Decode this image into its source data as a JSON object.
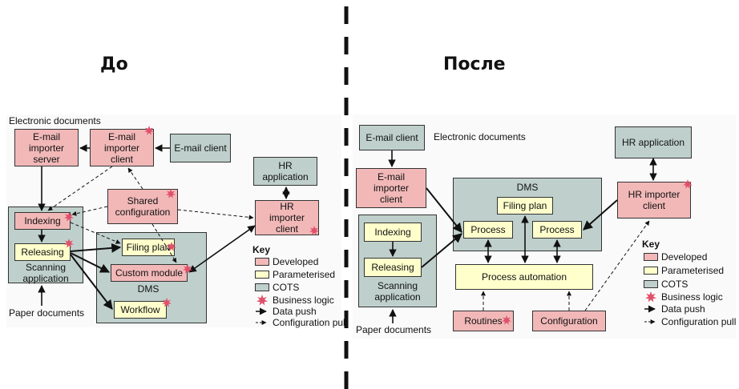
{
  "titles": {
    "before": "До",
    "after": "После"
  },
  "before": {
    "electronic_documents": "Electronic  documents",
    "paper_documents": "Paper documents",
    "email_importer_server": "E-mail importer server",
    "email_importer_client": "E-mail importer client",
    "email_client": "E-mail client",
    "hr_application": "HR application",
    "shared_configuration": "Shared configuration",
    "hr_importer_client": "HR importer client",
    "scanning_application": "Scanning application",
    "indexing": "Indexing",
    "releasing": "Releasing",
    "dms": "DMS",
    "filing_plan": "Filing plan",
    "custom_module": "Custom module",
    "workflow": "Workflow"
  },
  "after": {
    "email_client": "E-mail client",
    "electronic_documents": "Electronic documents",
    "email_importer_client": "E-mail importer client",
    "hr_application": "HR application",
    "hr_importer_client": "HR importer client",
    "dms": "DMS",
    "filing_plan": "Filing plan",
    "process_left": "Process",
    "process_right": "Process",
    "process_automation": "Process automation",
    "indexing": "Indexing",
    "releasing": "Releasing",
    "scanning_application": "Scanning application",
    "routines": "Routines",
    "configuration": "Configuration",
    "paper_documents": "Paper documents"
  },
  "key": {
    "title": "Key",
    "developed": "Developed",
    "parameterised": "Parameterised",
    "cots": "COTS",
    "business_logic": "Business logic",
    "data_push": "Data push",
    "configuration_pull": "Configuration pull"
  },
  "colors": {
    "developed": "#f2b8b8",
    "parameterised": "#ffffcc",
    "cots": "#bfd0cc",
    "business_logic": "#e0506a"
  },
  "icons": {
    "business_logic": "starburst-icon"
  }
}
